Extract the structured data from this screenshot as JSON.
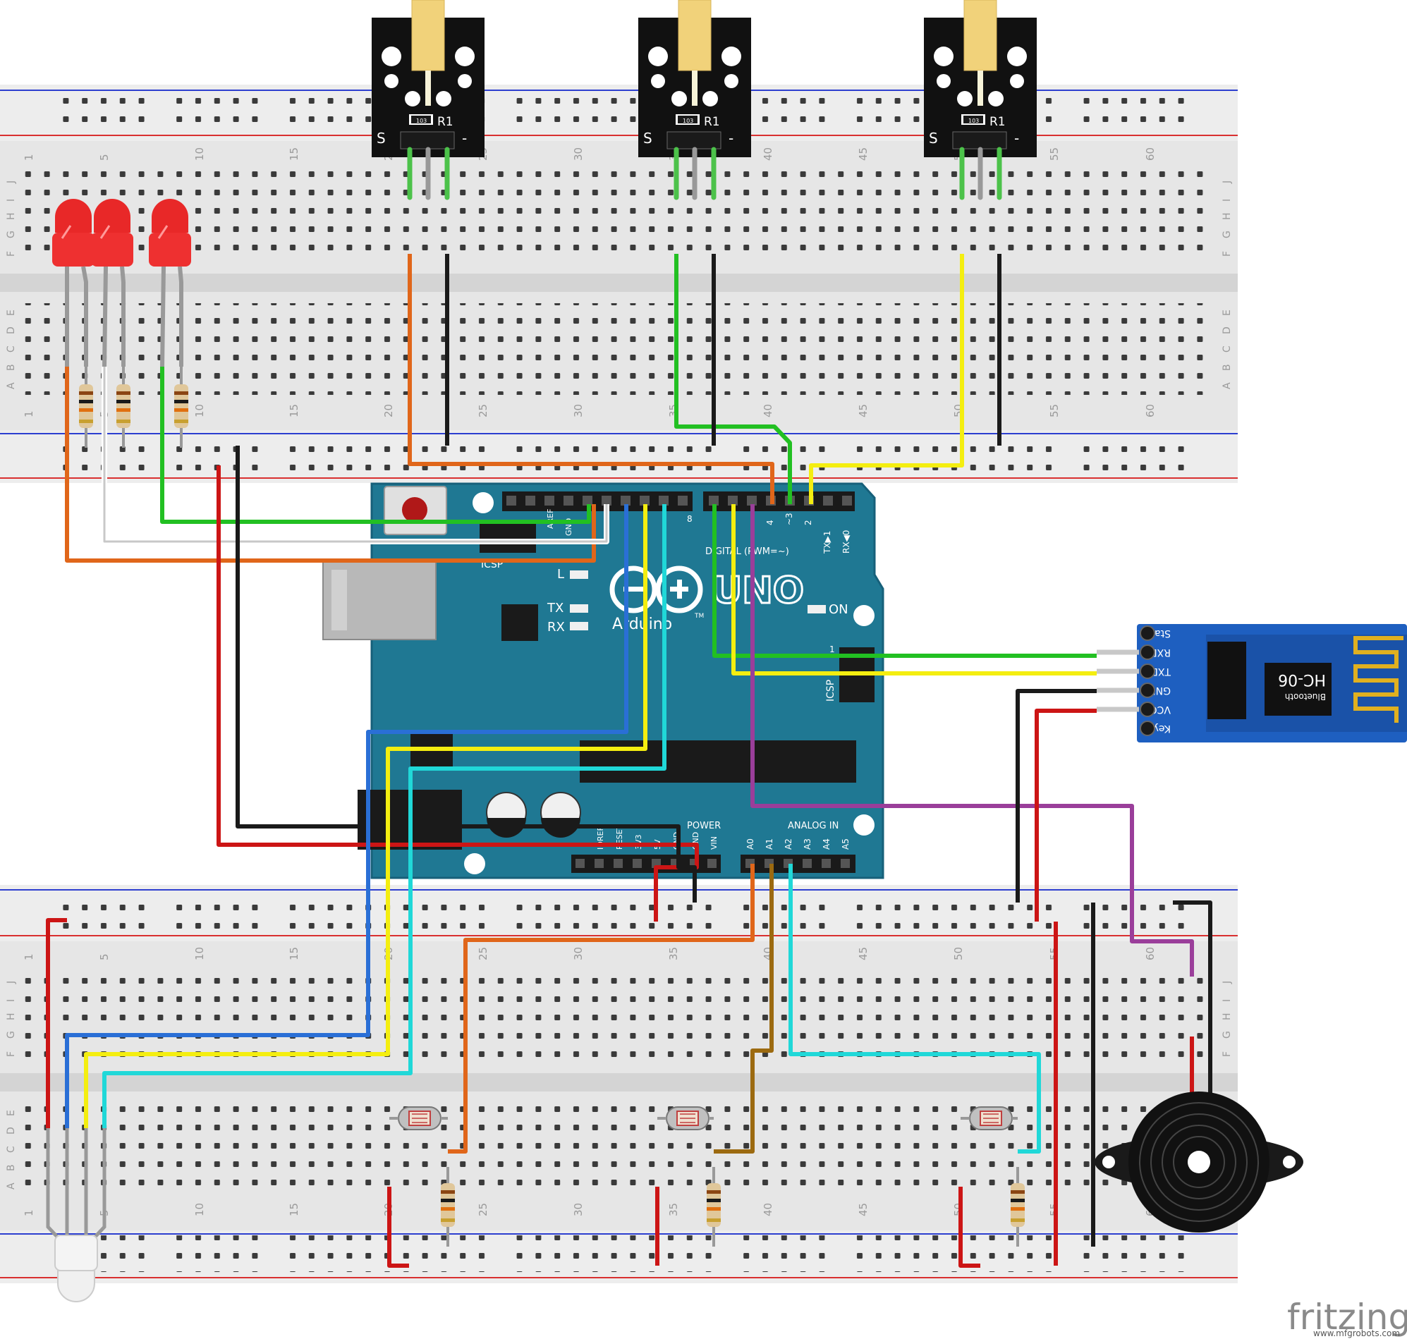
{
  "colors": {
    "board": "#1f7893",
    "board_edge": "#17607a",
    "breadboard": "#e6e6e6",
    "rail": "#eeeeee",
    "rail_red": "#d93030",
    "rail_blue": "#2d3fd0",
    "hole": "#3a3a3a",
    "hole_lit": "#4cc24a",
    "orange": "#e0661a",
    "black": "#1a1a1a",
    "green": "#22c022",
    "yellow": "#f4ee10",
    "red": "#cc1515",
    "white": "#ffffff",
    "blue": "#2a6fd6",
    "cyan": "#20d8d8",
    "purple": "#9a3e9a",
    "brown": "#9c6a10",
    "bt_blue": "#1e5fc0"
  },
  "breadboard_top": {
    "top_numbers": [
      "1",
      "5",
      "10",
      "15",
      "20",
      "25",
      "30",
      "35",
      "40",
      "45",
      "50",
      "55",
      "60"
    ],
    "row_letters_upper": [
      "J",
      "I",
      "H",
      "G",
      "F"
    ],
    "row_letters_lower": [
      "E",
      "D",
      "C",
      "B",
      "A"
    ]
  },
  "breadboard_bottom": {
    "top_numbers": [
      "1",
      "5",
      "10",
      "15",
      "20",
      "25",
      "30",
      "35",
      "40",
      "45",
      "50",
      "55",
      "60"
    ],
    "row_letters_upper": [
      "J",
      "I",
      "H",
      "G",
      "F"
    ],
    "row_letters_lower": [
      "E",
      "D",
      "C",
      "B",
      "A"
    ]
  },
  "laser_module": {
    "resistor_code": "103",
    "resistor_label": "R1",
    "pin_s": "S",
    "pin_minus": "-"
  },
  "arduino": {
    "uno_text": "UNO",
    "arduino_text": "Arduino",
    "tm": "TM",
    "icsp_label": "ICSP",
    "icsp2_label": "ICSP",
    "led_l": "L",
    "led_tx": "TX",
    "led_rx": "RX",
    "led_on": "ON",
    "digital_label": "DIGITAL (PWM=~)",
    "digital_pins": [
      "4",
      "~3",
      "2",
      "TX▶1",
      "RX◀0"
    ],
    "power_label": "POWER",
    "analog_label": "ANALOG IN",
    "power_pins": [
      "IOREF",
      "RESET",
      "3V3",
      "5V",
      "GND",
      "GND",
      "VIN"
    ],
    "analog_pins": [
      "A0",
      "A1",
      "A2",
      "A3",
      "A4",
      "A5"
    ],
    "pin8": "8",
    "aref": "AREF",
    "gnd": "GND",
    "one": "1"
  },
  "bluetooth": {
    "pins": [
      "State",
      "RXD",
      "TXD",
      "GND",
      "VCC",
      "Key"
    ],
    "chip_line1": "Bluetooth",
    "chip_line2": "HC-06"
  },
  "brand": {
    "logo": "fritzing",
    "watermark": "www.mfgrobots.com"
  }
}
